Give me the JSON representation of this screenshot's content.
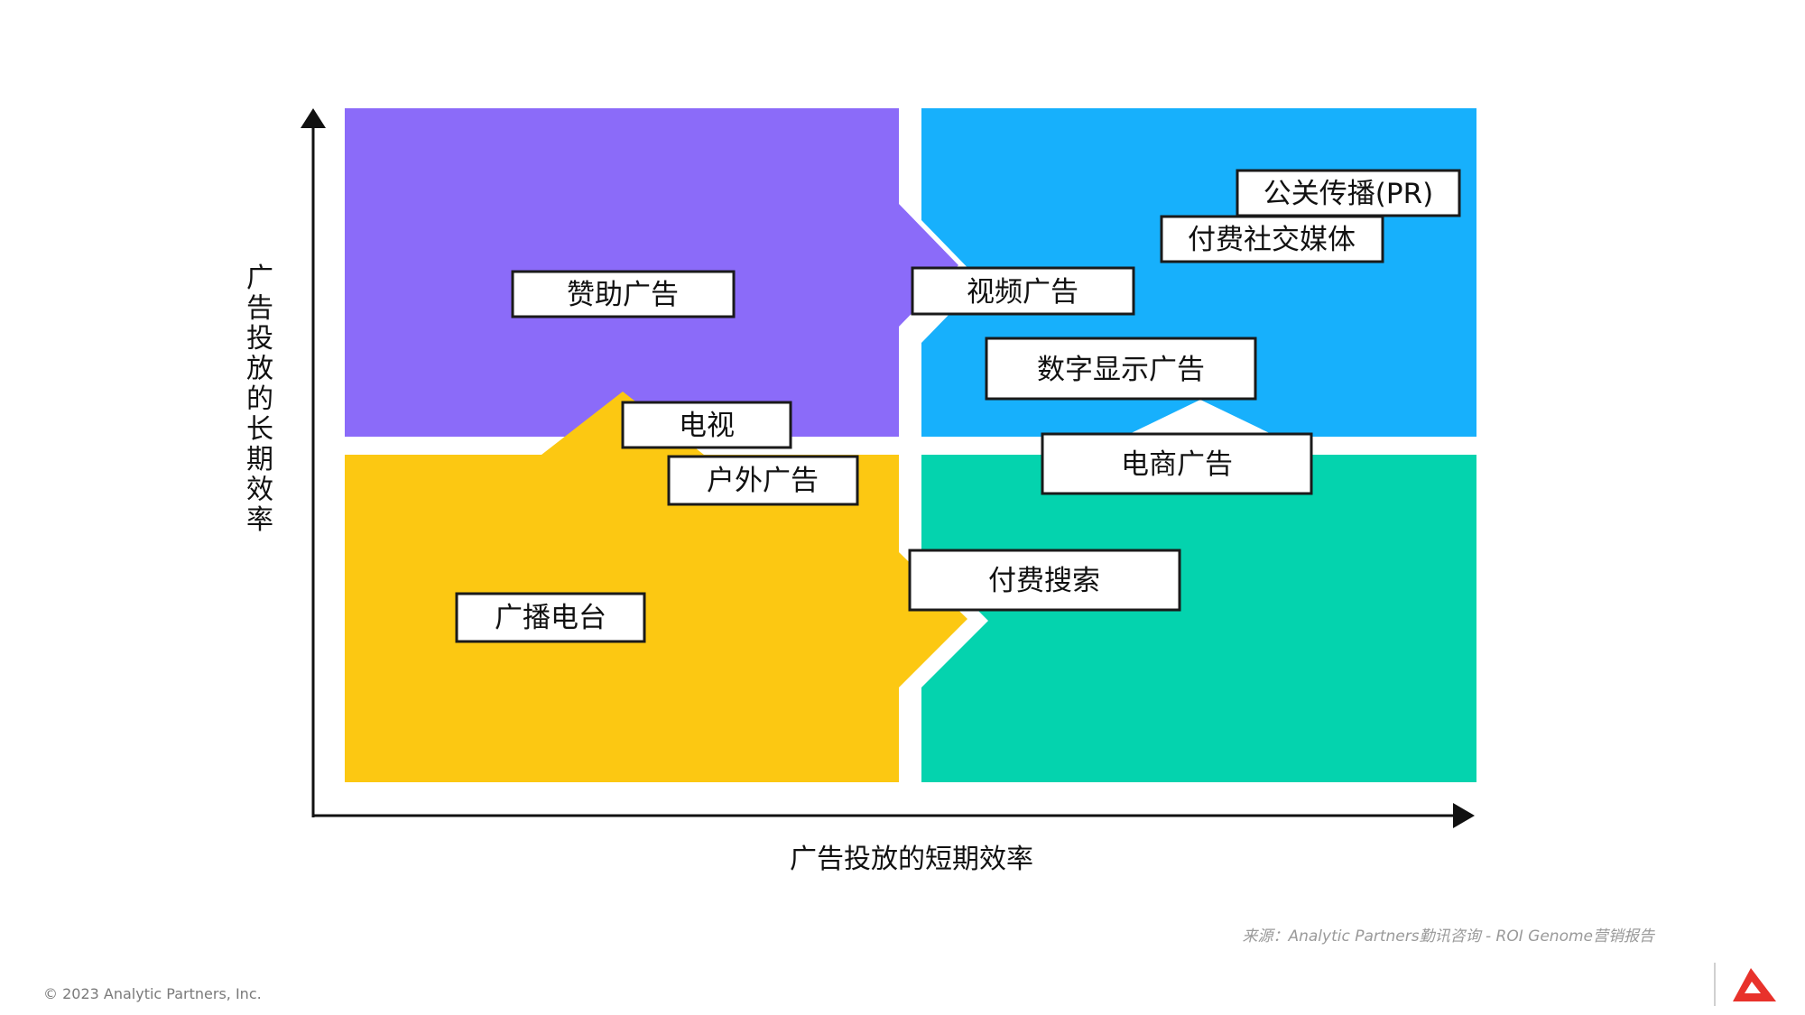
{
  "axes": {
    "y_label": "广告投放的长期效率",
    "x_label": "广告投放的短期效率"
  },
  "quadrants": {
    "top_left": {
      "color": "#8B6BF9"
    },
    "top_right": {
      "color": "#17B0FC"
    },
    "bottom_left": {
      "color": "#FCC812"
    },
    "bottom_right": {
      "color": "#04D3AE"
    }
  },
  "channels": {
    "pr": "公关传播(PR)",
    "paid_social": "付费社交媒体",
    "sponsorship": "赞助广告",
    "online_video": "视频广告",
    "digital_display": "数字显示广告",
    "tv": "电视",
    "ecommerce": "电商广告",
    "outdoor": "户外广告",
    "paid_search": "付费搜索",
    "radio": "广播电台"
  },
  "footer": {
    "source": "来源：Analytic Partners勤讯咨询 -  ROI Genome营销报告",
    "copyright": "© 2023 Analytic Partners, Inc.",
    "logo_icon": "analytic-partners-logo-icon",
    "logo_color": "#E8322B"
  }
}
